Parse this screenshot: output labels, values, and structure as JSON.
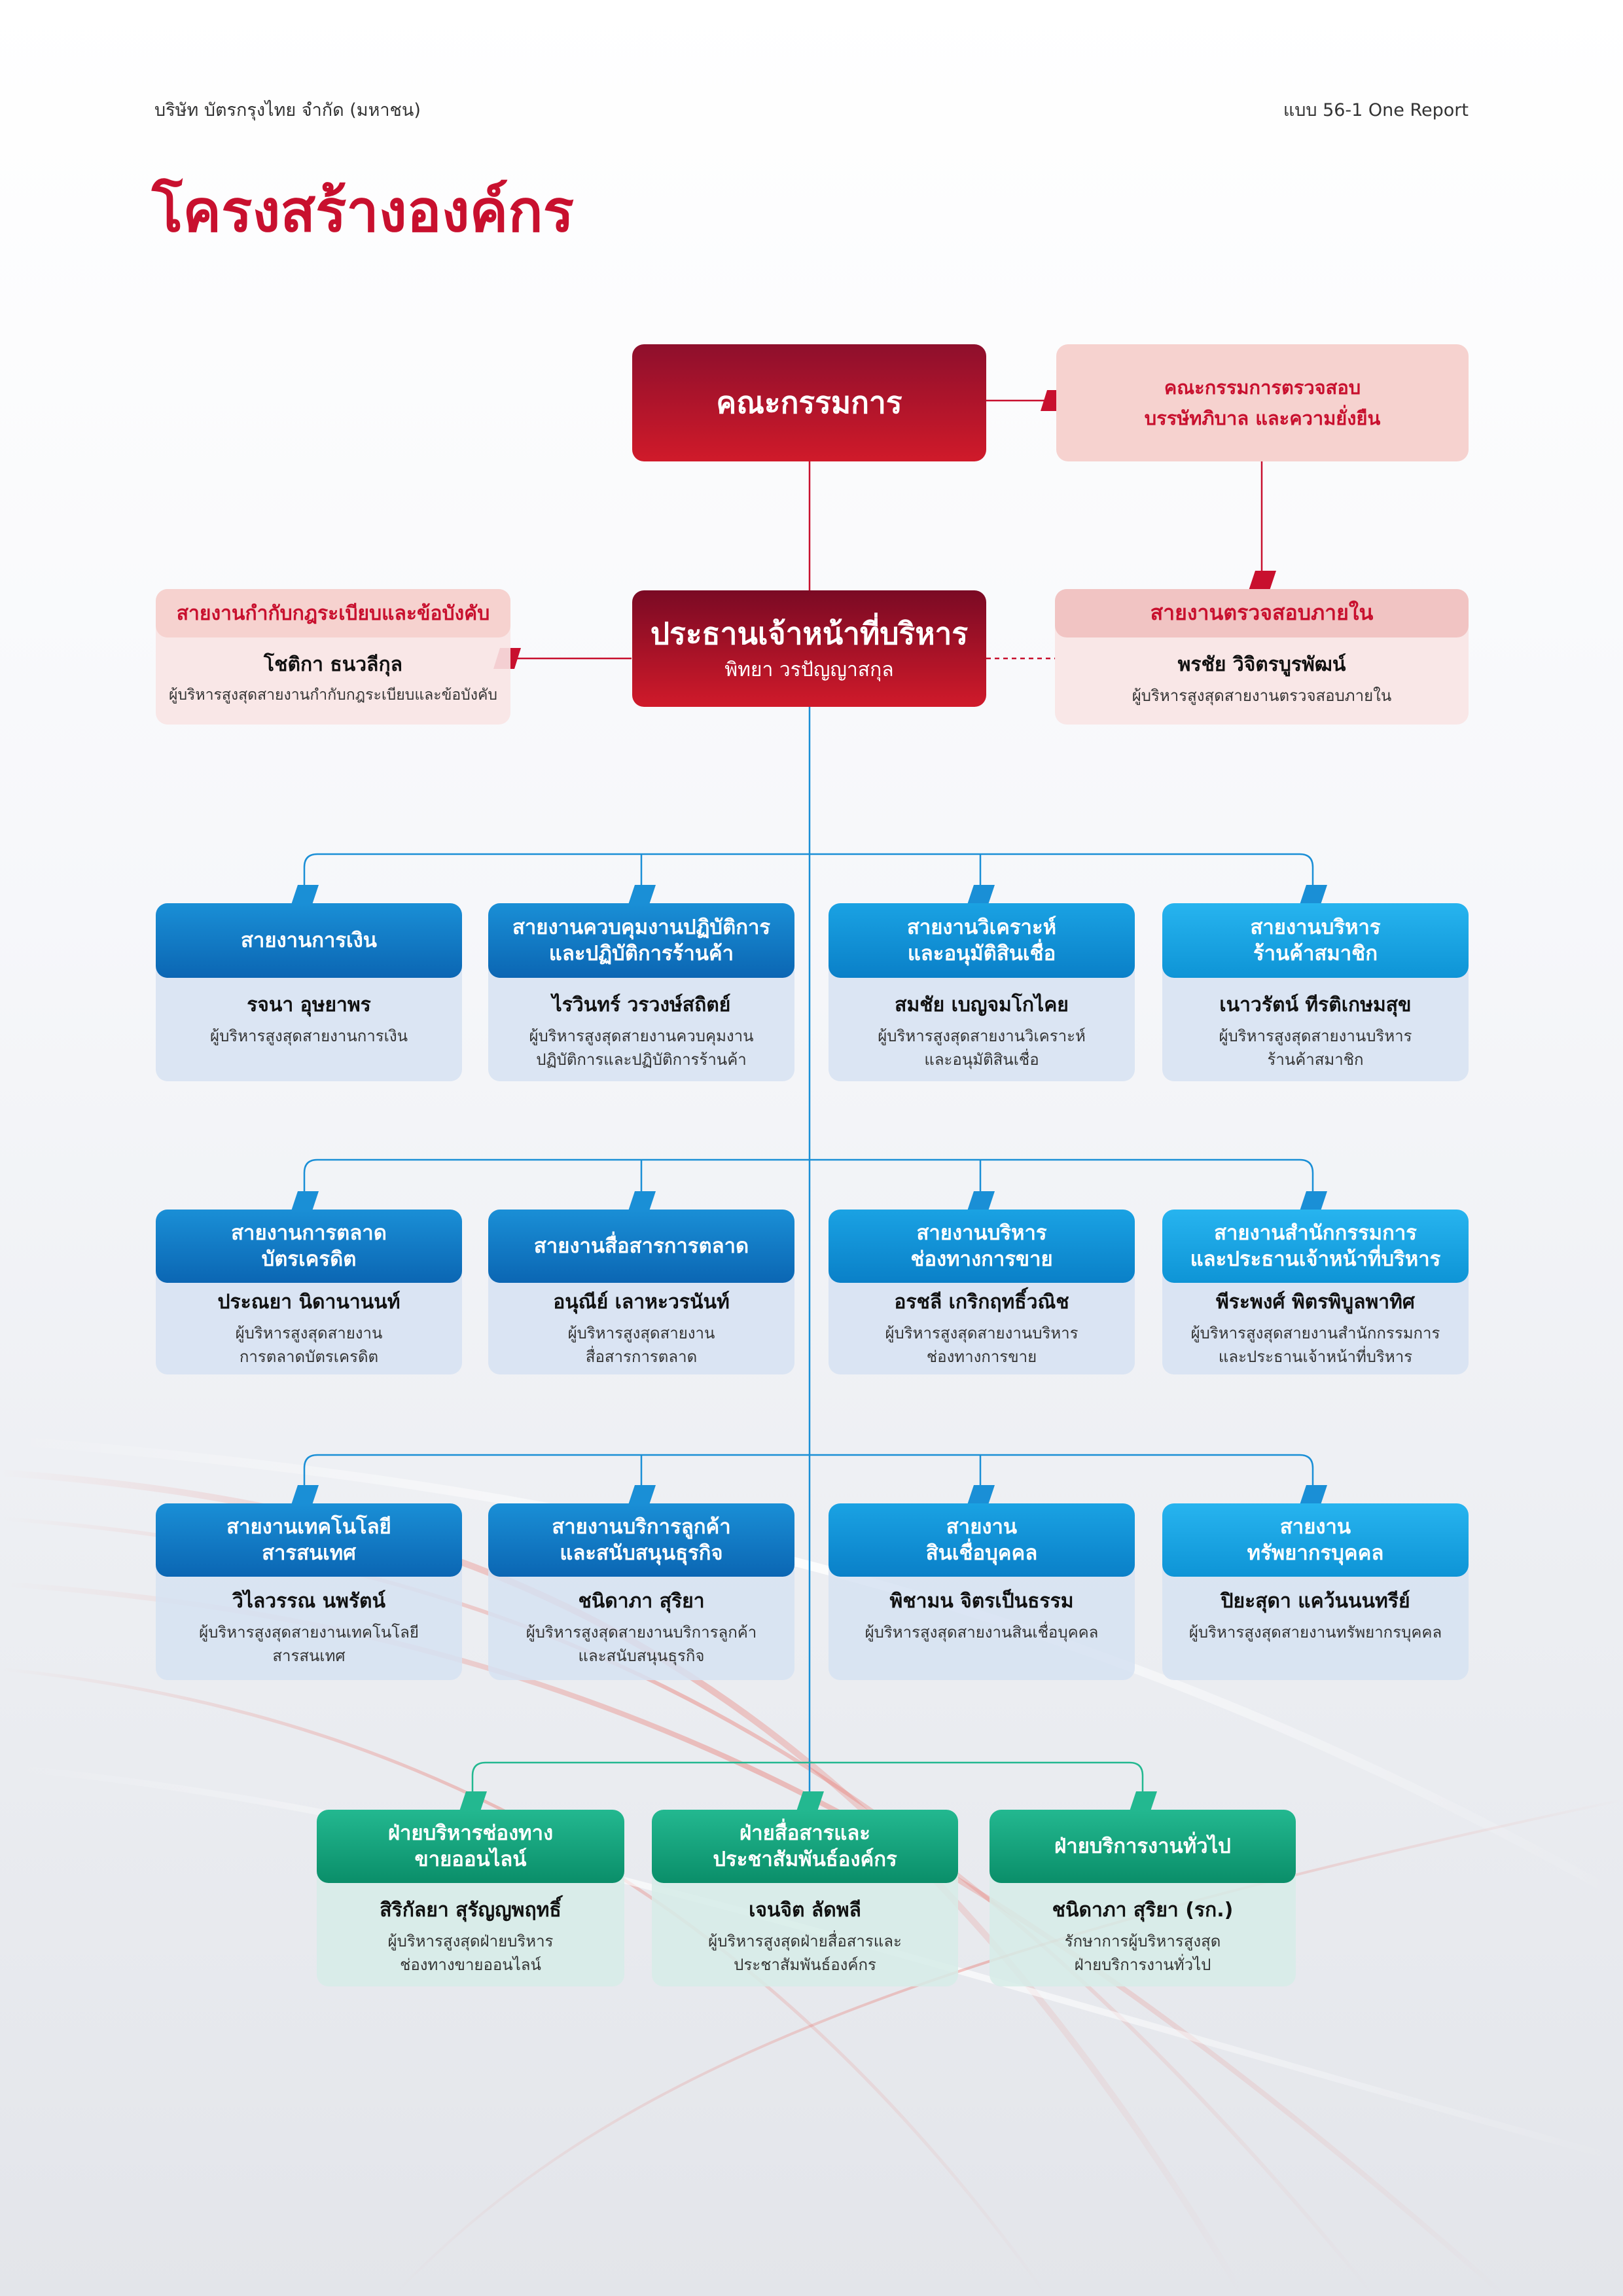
{
  "header": {
    "company": "บริษัท บัตรกรุงไทย จำกัด (มหาชน)",
    "report": "แบบ 56-1 One Report"
  },
  "page_title": "โครงสร้างองค์กร",
  "colors": {
    "brand_red": "#c8102e",
    "dark_red": "#7a0a24",
    "blue_dark": "#0b66b3",
    "blue_light": "#0e94d6",
    "green": "#0a8e69",
    "pink": "#f6d2cf"
  },
  "board": {
    "title": "คณะกรรมการ"
  },
  "audit_committee": {
    "title": "คณะกรรมการตรวจสอบ\nบรรษัทภิบาล และความยั่งยืน"
  },
  "ceo": {
    "title": "ประธานเจ้าหน้าที่บริหาร",
    "name": "พิทยา วรปัญญาสกุล"
  },
  "compliance": {
    "title": "สายงานกำกับกฎระเบียบและข้อบังคับ",
    "name": "โชติกา ธนวลีกุล",
    "position": "ผู้บริหารสูงสุดสายงานกำกับกฎระเบียบและข้อบังคับ"
  },
  "internal_audit": {
    "title": "สายงานตรวจสอบภายใน",
    "name": "พรชัย วิจิตรบูรพัฒน์",
    "position": "ผู้บริหารสูงสุดสายงานตรวจสอบภายใน"
  },
  "rows": [
    [
      {
        "title": "สายงานการเงิน",
        "name": "รจนา อุษยาพร",
        "position": "ผู้บริหารสูงสุดสายงานการเงิน"
      },
      {
        "title": "สายงานควบคุมงานปฏิบัติการ\nและปฏิบัติการร้านค้า",
        "name": "ไรวินทร์ วรวงษ์สถิตย์",
        "position": "ผู้บริหารสูงสุดสายงานควบคุมงาน\nปฏิบัติการและปฏิบัติการร้านค้า"
      },
      {
        "title": "สายงานวิเคราะห์\nและอนุมัติสินเชื่อ",
        "name": "สมชัย เบญจมโกไคย",
        "position": "ผู้บริหารสูงสุดสายงานวิเคราะห์\nและอนุมัติสินเชื่อ"
      },
      {
        "title": "สายงานบริหาร\nร้านค้าสมาชิก",
        "name": "เนาวรัตน์ ทีรติเกษมสุข",
        "position": "ผู้บริหารสูงสุดสายงานบริหาร\nร้านค้าสมาชิก"
      }
    ],
    [
      {
        "title": "สายงานการตลาด\nบัตรเครดิต",
        "name": "ประณยา นิดานานนท์",
        "position": "ผู้บริหารสูงสุดสายงาน\nการตลาดบัตรเครดิต"
      },
      {
        "title": "สายงานสื่อสารการตลาด",
        "name": "อนุณีย์ เลาหะวรนันท์",
        "position": "ผู้บริหารสูงสุดสายงาน\nสื่อสารการตลาด"
      },
      {
        "title": "สายงานบริหาร\nช่องทางการขาย",
        "name": "อรชลี เกริกฤทธิ์วณิช",
        "position": "ผู้บริหารสูงสุดสายงานบริหาร\nช่องทางการขาย"
      },
      {
        "title": "สายงานสำนักกรรมการ\nและประธานเจ้าหน้าที่บริหาร",
        "name": "พีระพงศ์ พิตรพิบูลพาทิศ",
        "position": "ผู้บริหารสูงสุดสายงานสำนักกรรมการ\nและประธานเจ้าหน้าที่บริหาร"
      }
    ],
    [
      {
        "title": "สายงานเทคโนโลยี\nสารสนเทศ",
        "name": "วิไลวรรณ นพรัตน์",
        "position": "ผู้บริหารสูงสุดสายงานเทคโนโลยี\nสารสนเทศ"
      },
      {
        "title": "สายงานบริการลูกค้า\nและสนับสนุนธุรกิจ",
        "name": "ชนิดาภา สุริยา",
        "position": "ผู้บริหารสูงสุดสายงานบริการลูกค้า\nและสนับสนุนธุรกิจ"
      },
      {
        "title": "สายงาน\nสินเชื่อบุคคล",
        "name": "พิชามน จิตรเป็นธรรม",
        "position": "ผู้บริหารสูงสุดสายงานสินเชื่อบุคคล"
      },
      {
        "title": "สายงาน\nทรัพยากรบุคคล",
        "name": "ปิยะสุดา แคว้นนนทรีย์",
        "position": "ผู้บริหารสูงสุดสายงานทรัพยากรบุคคล"
      }
    ],
    [
      {
        "title": "ฝ่ายบริหารช่องทาง\nขายออนไลน์",
        "name": "สิริกัลยา สุรัญญพฤทธิ์",
        "position": "ผู้บริหารสูงสุดฝ่ายบริหาร\nช่องทางขายออนไลน์"
      },
      {
        "title": "ฝ่ายสื่อสารและ\nประชาสัมพันธ์องค์กร",
        "name": "เจนจิต ลัดพลี",
        "position": "ผู้บริหารสูงสุดฝ่ายสื่อสารและ\nประชาสัมพันธ์องค์กร"
      },
      {
        "title": "ฝ่ายบริการงานทั่วไป",
        "name": "ชนิดาภา สุริยา (รก.)",
        "position": "รักษาการผู้บริหารสูงสุด\nฝ่ายบริการงานทั่วไป"
      }
    ]
  ]
}
